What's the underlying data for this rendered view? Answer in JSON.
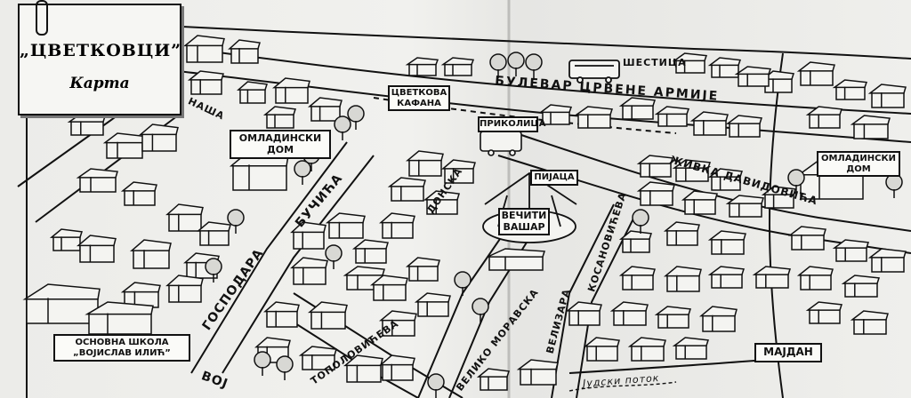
{
  "title": {
    "main": "„ЦВЕТКОВЦИ”",
    "sub": "Карта"
  },
  "streets": {
    "boulevard": "БУЛЕВАР ЦРВЕНЕ АРМИЈЕ",
    "shestica": "ШЕСТИЦА",
    "nasha": "НАША",
    "bucica": "БУЧИЋА",
    "gospodara": "ГОСПОДАРА",
    "donska": "ДОНСКА",
    "zivka": "ЖИВКА ДАВИДОВИЋА",
    "kosanoviceva": "КОСАНОВИЋЕВА",
    "velizara": "ВЕЛИЗАРА",
    "velikomoravska": "ВЕЛИКО МОРАВСКА",
    "topolovickova": "ТОПОЛОВИЋЕВА",
    "voj": "ВОЈ",
    "potok": "Јудски поток"
  },
  "places": {
    "omladinski_left": [
      "ОМЛАДИНСКИ",
      "ДОМ"
    ],
    "cvetkova_kafana": [
      "ЦВЕТКОВА",
      "КАФАНА"
    ],
    "prikolica": "ПРИКОЛИЦА",
    "pijaca": "ПИЈАЦА",
    "vecni_vasar": [
      "ВЕЧИТИ",
      "ВАШАР"
    ],
    "omladinski_right": [
      "ОМЛАДИНСКИ",
      "ДОМ"
    ],
    "skola": [
      "ОСНОВНА ШКОЛА",
      "„ВОЈИСЛАВ ИЛИЋ”"
    ],
    "majdan": "МАЈДАН"
  },
  "colors": {
    "ink": "#111111",
    "paper": "#ecece9"
  }
}
